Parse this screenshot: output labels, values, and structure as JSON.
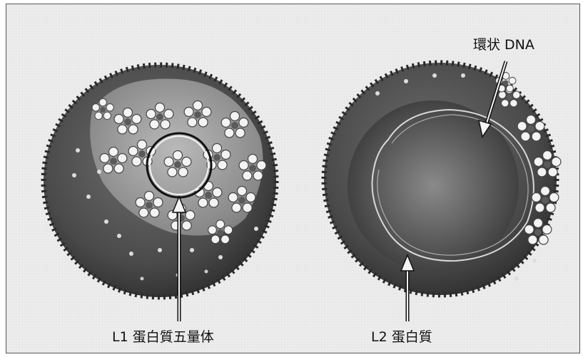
{
  "labels": {
    "l1_pentamer": "L1 蛋白質五量体",
    "l2_protein": "L2 蛋白質",
    "circular_dna": "環状 DNA"
  },
  "colors": {
    "capsid_dark": "#3a3a3a",
    "capsid_mid": "#6a6a6a",
    "pentamer_light": "#f2f2f2",
    "background": "#ececec"
  }
}
